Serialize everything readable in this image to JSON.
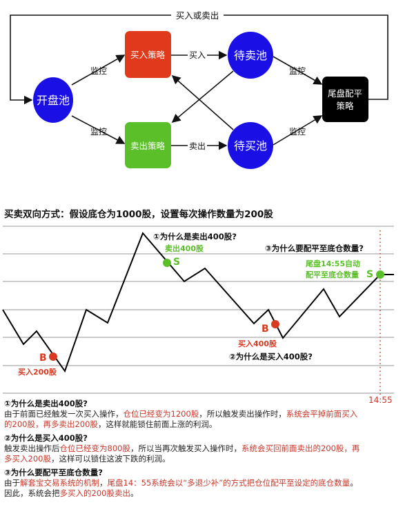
{
  "flow": {
    "loop_label": "买入或卖出",
    "open_pool": "开盘池",
    "buy_strategy": "买入策略",
    "sell_strategy": "卖出策略",
    "to_sell_pool": "待卖池",
    "to_buy_pool": "待买池",
    "close_strategy_line1": "尾盘配平",
    "close_strategy_line2": "策略",
    "monitor": "监控",
    "buy": "买入",
    "sell": "卖出",
    "colors": {
      "pool": "#1a10e6",
      "buy": "#e03a1c",
      "sell": "#5bbf2a",
      "close": "#000000"
    }
  },
  "chart": {
    "title": "买卖双向方式：假设底仓为1000股，设置每次操作数量为200股",
    "q1": "①为什么是卖出400股?",
    "q2": "②为什么是买入400股?",
    "q3": "③为什么要配平至底仓数量?",
    "sell400": "卖出400股",
    "buy200": "买入200股",
    "buy400": "买入400股",
    "auto_line1": "尾盘14:55自动",
    "auto_line2": "配平至底仓数量",
    "b": "B",
    "s": "S",
    "time": "14:55"
  },
  "notes": [
    {
      "q": "①为什么是卖出400股?",
      "parts": [
        [
          "由于前面已经触发一次买入操作，",
          0
        ],
        [
          "仓位已经变为1200股",
          1
        ],
        [
          "，所以触发卖出操作时，",
          0
        ],
        [
          "系统会平掉前面买入的200股，再多卖出200股",
          1
        ],
        [
          "，这样就能锁住前面上涨的利润。",
          0
        ]
      ]
    },
    {
      "q": "②为什么是买入400股?",
      "parts": [
        [
          "触发卖出操作后",
          0
        ],
        [
          "仓位已经变为800股",
          1
        ],
        [
          "，所以当再次触发买入操作时，",
          0
        ],
        [
          "系统会买回前面卖出的200股，再多买入200股",
          1
        ],
        [
          "，这样可以锁住这波下跌的利润。",
          0
        ]
      ]
    },
    {
      "q": "③为什么要配平至底仓数量?",
      "parts": [
        [
          "由于",
          0
        ],
        [
          "解套宝交易系统的机制",
          1
        ],
        [
          "，",
          0
        ],
        [
          "尾盘14：55系统会以“多退少补”的方式把仓位配平至设定的底仓数量",
          1
        ],
        [
          "。因此，系统会把",
          0
        ],
        [
          "多买入的200股卖出",
          1
        ],
        [
          "。",
          0
        ]
      ]
    }
  ]
}
